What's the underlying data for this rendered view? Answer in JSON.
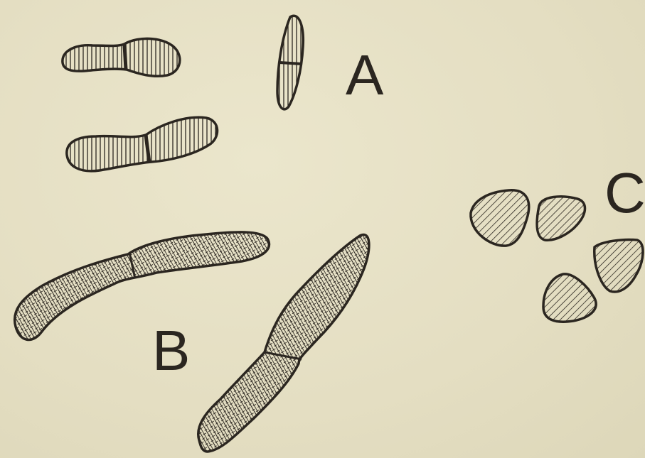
{
  "labels": {
    "a": "A",
    "b": "B",
    "c": "C"
  },
  "colors": {
    "paper": "#e6e1c6",
    "ink": "#2b2620"
  }
}
